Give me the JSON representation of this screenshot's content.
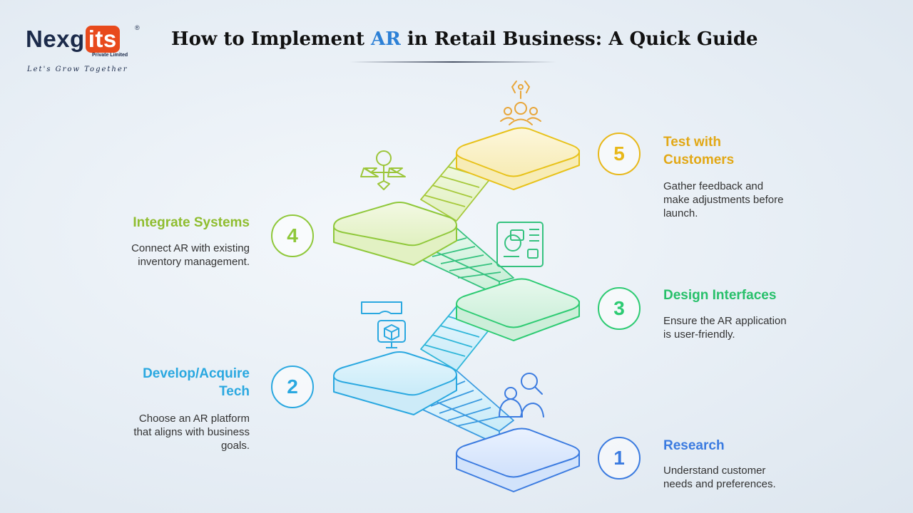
{
  "brand": {
    "name_prefix": "Nexg",
    "name_highlight": "its",
    "registered": "®",
    "subtitle": "Private Limited",
    "tagline": "Let's Grow Together"
  },
  "title": {
    "before": "How to Implement ",
    "highlight": "AR",
    "after": " in Retail Business: A Quick Guide"
  },
  "colors": {
    "step1": "#3b7be0",
    "step2": "#2aa8e0",
    "step3": "#2ecb73",
    "step4": "#8fc83a",
    "step5": "#e8b81a",
    "title_highlight": "#2c80d6"
  },
  "steps": [
    {
      "number": "1",
      "title_lines": [
        "Research"
      ],
      "desc_lines": [
        "Understand customer",
        "needs and preferences."
      ],
      "icon": "research-users-icon"
    },
    {
      "number": "2",
      "title_lines": [
        "Develop/Acquire",
        "Tech"
      ],
      "desc_lines": [
        "Choose an AR platform",
        "that aligns with business",
        "goals."
      ],
      "icon": "ar-headset-icon"
    },
    {
      "number": "3",
      "title_lines": [
        "Design Interfaces"
      ],
      "desc_lines": [
        "Ensure the AR application",
        "is user-friendly."
      ],
      "icon": "design-board-icon"
    },
    {
      "number": "4",
      "title_lines": [
        "Integrate Systems"
      ],
      "desc_lines": [
        "Connect AR with existing",
        "inventory management."
      ],
      "icon": "system-network-icon"
    },
    {
      "number": "5",
      "title_lines": [
        "Test with",
        "Customers"
      ],
      "desc_lines": [
        "Gather feedback and",
        "make adjustments before",
        "launch."
      ],
      "icon": "customer-test-icon"
    }
  ]
}
